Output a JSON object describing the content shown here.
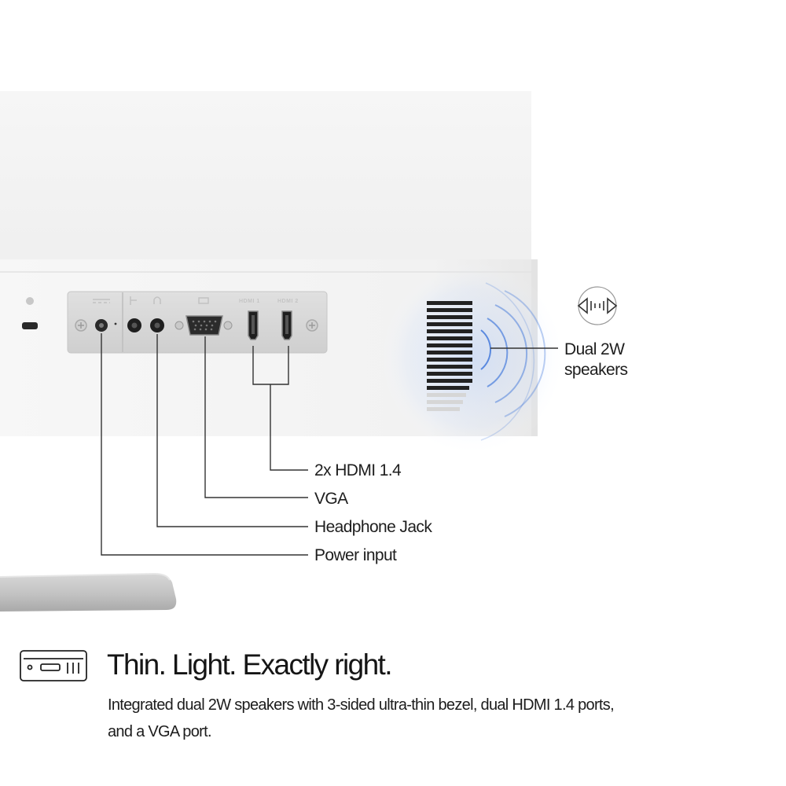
{
  "port_labels": {
    "hdmi1": "HDMI 1",
    "hdmi2": "HDMI 2"
  },
  "callouts": {
    "hdmi": "2x HDMI 1.4",
    "vga": "VGA",
    "headphone": "Headphone Jack",
    "power": "Power input"
  },
  "speakers": {
    "line1": "Dual 2W",
    "line2": "speakers",
    "icon": "speaker-sound-icon"
  },
  "feature": {
    "icon": "monitor-ports-icon",
    "headline": "Thin. Light. Exactly right.",
    "description": "Integrated dual 2W speakers with 3-sided ultra-thin bezel, dual HDMI 1.4 ports, and a VGA port."
  },
  "colors": {
    "sound_wave": "#2f6bd8",
    "monitor_body": "#f4f4f4",
    "port_panel": "#d9d9d9",
    "callout_line": "#333333"
  }
}
